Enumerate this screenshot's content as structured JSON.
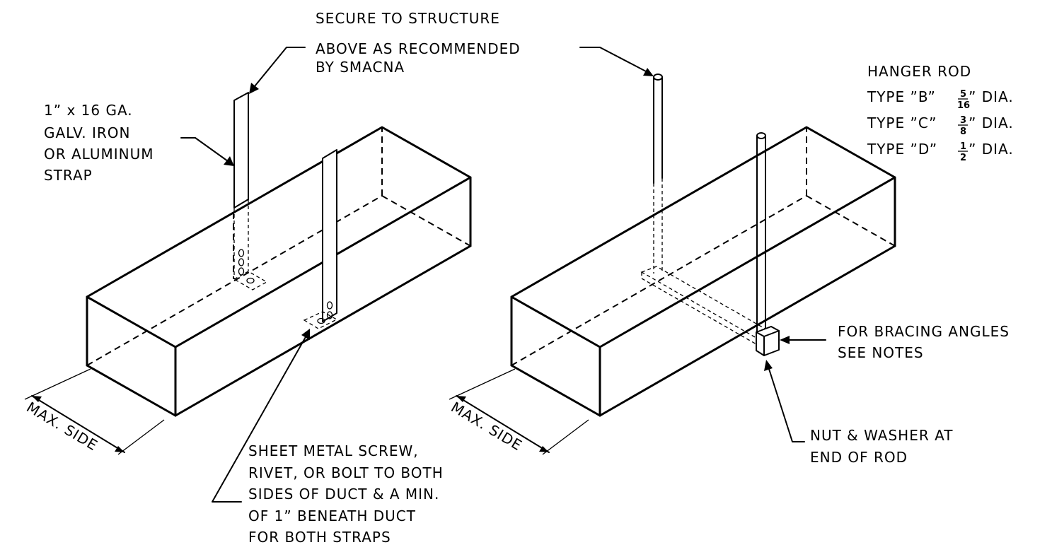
{
  "left_detail": {
    "secure_note": [
      "SECURE TO STRUCTURE",
      "ABOVE AS RECOMMENDED",
      "BY SMACNA"
    ],
    "strap_note": [
      "1” x 16 GA.",
      "GALV. IRON",
      "OR ALUMINUM",
      "STRAP"
    ],
    "screw_note": [
      "SHEET METAL SCREW,",
      "RIVET, OR BOLT TO BOTH",
      "SIDES OF DUCT & A MIN.",
      "OF 1” BENEATH DUCT",
      "FOR BOTH STRAPS"
    ],
    "max_side": "MAX. SIDE"
  },
  "right_detail": {
    "hanger_title": "HANGER ROD",
    "hanger_types": [
      {
        "type": "TYPE ”B”",
        "num": "5",
        "den": "16",
        "unit": "” DIA."
      },
      {
        "type": "TYPE ”C”",
        "num": "3",
        "den": "8",
        "unit": "” DIA."
      },
      {
        "type": "TYPE ”D”",
        "num": "1",
        "den": "2",
        "unit": "” DIA."
      }
    ],
    "bracing_note": [
      "FOR BRACING ANGLES",
      "SEE NOTES"
    ],
    "nut_note": [
      "NUT & WASHER AT",
      "END OF ROD"
    ],
    "max_side": "MAX. SIDE"
  }
}
